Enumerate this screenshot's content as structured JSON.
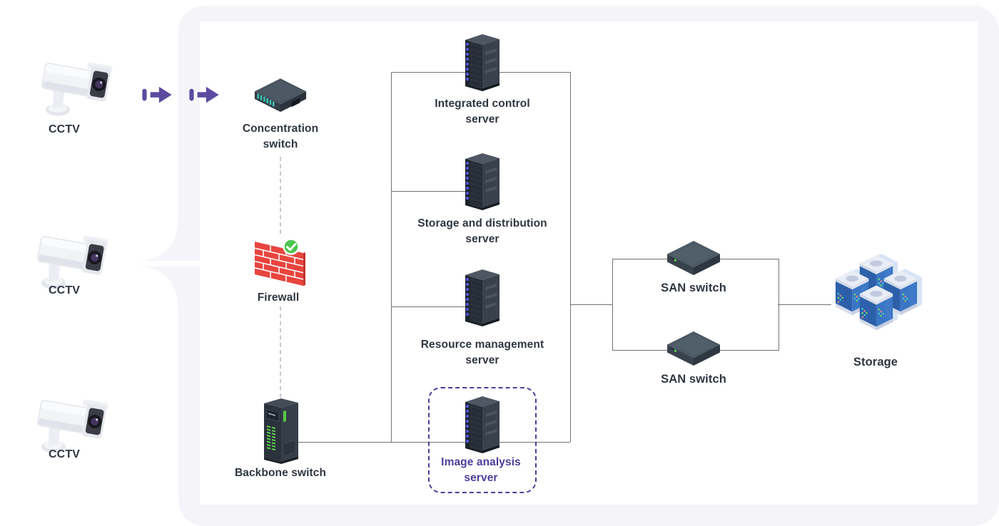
{
  "diagram": {
    "cameras": [
      {
        "label": "CCTV"
      },
      {
        "label": "CCTV"
      },
      {
        "label": "CCTV"
      }
    ],
    "flow_arrows": {
      "icon": "fast-forward-arrow",
      "count": 2
    },
    "network": {
      "concentration_switch": {
        "label": "Concentration switch"
      },
      "firewall": {
        "label": "Firewall",
        "status_icon": "check-badge"
      },
      "backbone_switch": {
        "label": "Backbone switch"
      }
    },
    "servers": [
      {
        "id": "integrated-control",
        "label": "Integrated control server",
        "highlighted": false
      },
      {
        "id": "storage-distribution",
        "label": "Storage and distribution server",
        "highlighted": false
      },
      {
        "id": "resource-management",
        "label": "Resource management server",
        "highlighted": false
      },
      {
        "id": "image-analysis",
        "label": "Image analysis server",
        "highlighted": true
      }
    ],
    "san_switches": [
      {
        "label": "SAN switch"
      },
      {
        "label": "SAN switch"
      }
    ],
    "storage": {
      "label": "Storage"
    },
    "colors": {
      "accent_purple": "#5b4a9f",
      "highlight_purple": "#4c3f9b",
      "label_color": "#2f3640",
      "line_color": "#6e7378",
      "zone_bg": "#f4f4f9",
      "firewall_red": "#e8443e",
      "badge_green": "#4cc74f",
      "port_teal": "#3cc8b4",
      "storage_blue": "#2e61ab"
    }
  }
}
